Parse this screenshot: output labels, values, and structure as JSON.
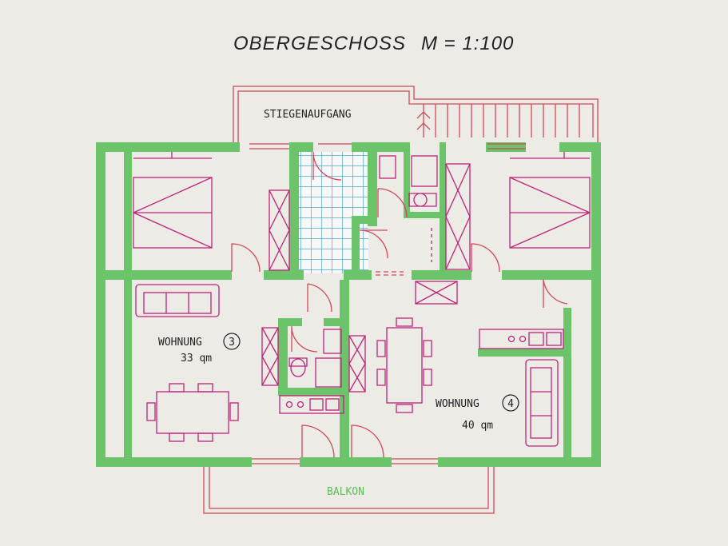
{
  "title": "OBERGESCHOSS",
  "scale": "M = 1:100",
  "stair_label": "STIEGENAUFGANG",
  "balcony_label": "BALKON",
  "units": [
    {
      "name": "WOHNUNG",
      "number": "3",
      "area": "33 qm"
    },
    {
      "name": "WOHNUNG",
      "number": "4",
      "area": "40 qm"
    }
  ],
  "colors": {
    "wall": "#6cc46a",
    "furniture": "#c0237a",
    "outline": "#d3485a",
    "tile": "#4fa9c9",
    "balcony_text": "#5bbf55",
    "paper": "#ecebe6"
  }
}
